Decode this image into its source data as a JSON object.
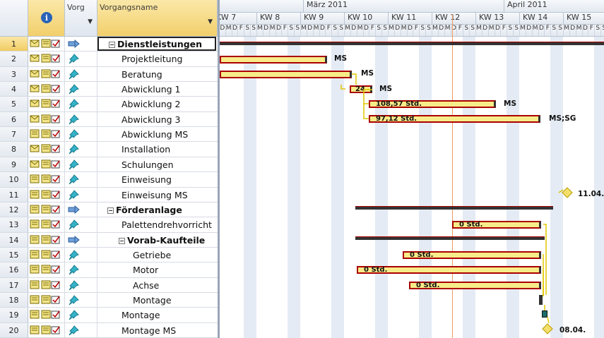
{
  "columns": {
    "row_num": "",
    "indicators_icon": "info-icon",
    "mode": "Vorg",
    "name": "Vorgangsname"
  },
  "tasks": [
    {
      "id": "1",
      "name": "Dienstleistungen",
      "summary": true
    },
    {
      "id": "2",
      "name": "Projektleitung"
    },
    {
      "id": "3",
      "name": "Beratung"
    },
    {
      "id": "4",
      "name": "Abwicklung 1"
    },
    {
      "id": "5",
      "name": "Abwicklung 2"
    },
    {
      "id": "6",
      "name": "Abwicklung 3"
    },
    {
      "id": "7",
      "name": "Abwicklung MS"
    },
    {
      "id": "8",
      "name": "Installation"
    },
    {
      "id": "9",
      "name": "Schulungen"
    },
    {
      "id": "10",
      "name": "Einweisung"
    },
    {
      "id": "11",
      "name": "Einweisung MS"
    },
    {
      "id": "12",
      "name": "Förderanlage",
      "summary": true
    },
    {
      "id": "13",
      "name": "Palettendrehvorricht"
    },
    {
      "id": "14",
      "name": "Vorab-Kaufteile",
      "summary": true
    },
    {
      "id": "15",
      "name": "Getriebe"
    },
    {
      "id": "16",
      "name": "Motor"
    },
    {
      "id": "17",
      "name": "Achse"
    },
    {
      "id": "18",
      "name": "Montage"
    },
    {
      "id": "19",
      "name": "Montage"
    },
    {
      "id": "20",
      "name": "Montage MS"
    }
  ],
  "timescale": {
    "months": [
      "März 2011",
      "April 2011"
    ],
    "weeks": [
      "KW 7",
      "KW 8",
      "KW 9",
      "KW 10",
      "KW 11",
      "KW 12",
      "KW 13",
      "KW 14",
      "KW 15"
    ],
    "day_letters": [
      "M",
      "D",
      "M",
      "D",
      "F",
      "S",
      "S"
    ]
  },
  "bar_labels": {
    "r2": "MS",
    "r3": "MS",
    "r4_in": "24",
    "r4": "MS",
    "r5_in": "108,57 Std.",
    "r5": "MS",
    "r6_in": "97,12 Std.",
    "r6": "MS;SG",
    "r11": "11.04.",
    "r13_in": "0 Std.",
    "r15_in": "0 Std.",
    "r16_in": "0 Std.",
    "r17_in": "0 Std.",
    "r20": "08.04."
  },
  "colors": {
    "bar_fill": "#f7ec8a",
    "bar_border": "#aa0000",
    "today_line": "#f29a5e",
    "selection": "#f2cf6b"
  }
}
